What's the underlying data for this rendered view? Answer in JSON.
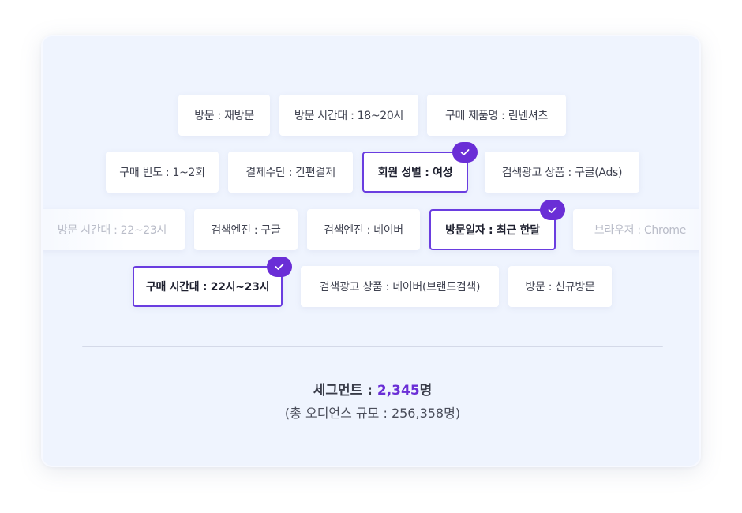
{
  "colors": {
    "accent": "#6a2ed6",
    "selected_border": "#6a3de0",
    "card_bg": "#eff4fe",
    "chip_bg": "#ffffff",
    "text": "#3f4250"
  },
  "chips": [
    {
      "label": "방문 : 재방문",
      "selected": false
    },
    {
      "label": "방문 시간대 : 18~20시",
      "selected": false
    },
    {
      "label": "구매 제품명 : 린넨셔츠",
      "selected": false
    },
    {
      "label": "구매 빈도 : 1~2회",
      "selected": false
    },
    {
      "label": "결제수단 : 간편결제",
      "selected": false
    },
    {
      "label": "회원 성별 : 여성",
      "selected": true
    },
    {
      "label": "검색광고 상품 : 구글(Ads)",
      "selected": false
    },
    {
      "label": "방문 시간대 : 22~23시",
      "selected": false
    },
    {
      "label": "검색엔진 : 구글",
      "selected": false
    },
    {
      "label": "검색엔진 : 네이버",
      "selected": false
    },
    {
      "label": "방문일자 : 최근 한달",
      "selected": true
    },
    {
      "label": "브라우저 : Chrome",
      "selected": false
    },
    {
      "label": "구매 시간대 : 22시~23시",
      "selected": true
    },
    {
      "label": "검색광고 상품 : 네이버(브랜드검색)",
      "selected": false
    },
    {
      "label": "방문 : 신규방문",
      "selected": false
    }
  ],
  "icons": {
    "check": "check-icon"
  },
  "summary": {
    "segment_label": "세그먼트 : ",
    "segment_count": "2,345",
    "segment_unit": "명",
    "audience_text": "(총 오디언스 규모 : 256,358명)"
  }
}
